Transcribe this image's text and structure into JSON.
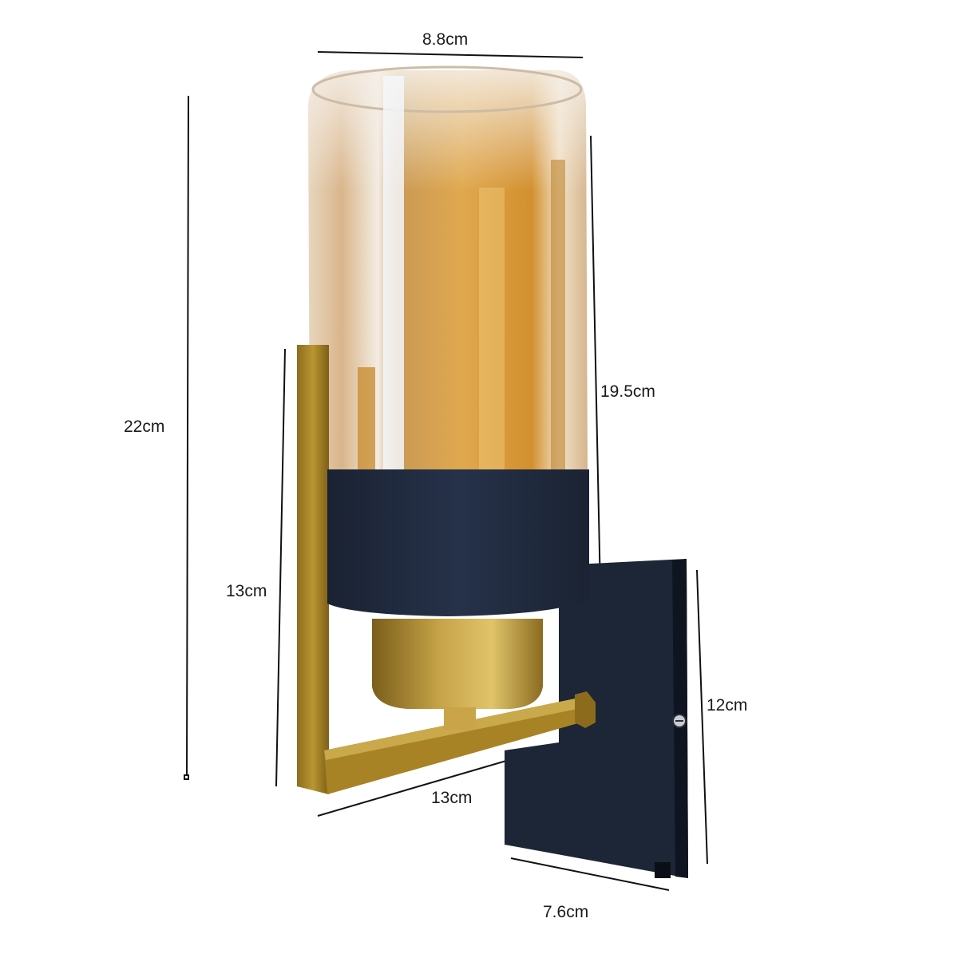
{
  "product": {
    "name": "wall-sconce-lamp",
    "colors": {
      "glass_amber": "#d9a24a",
      "metal_black": "#1f2a3a",
      "metal_gold": "#a8842a"
    }
  },
  "dimensions": {
    "top_width": "8.8cm",
    "total_height": "22cm",
    "shade_height": "19.5cm",
    "arm_height": "13cm",
    "arm_depth": "13cm",
    "backplate_height": "12cm",
    "backplate_width": "7.6cm"
  }
}
